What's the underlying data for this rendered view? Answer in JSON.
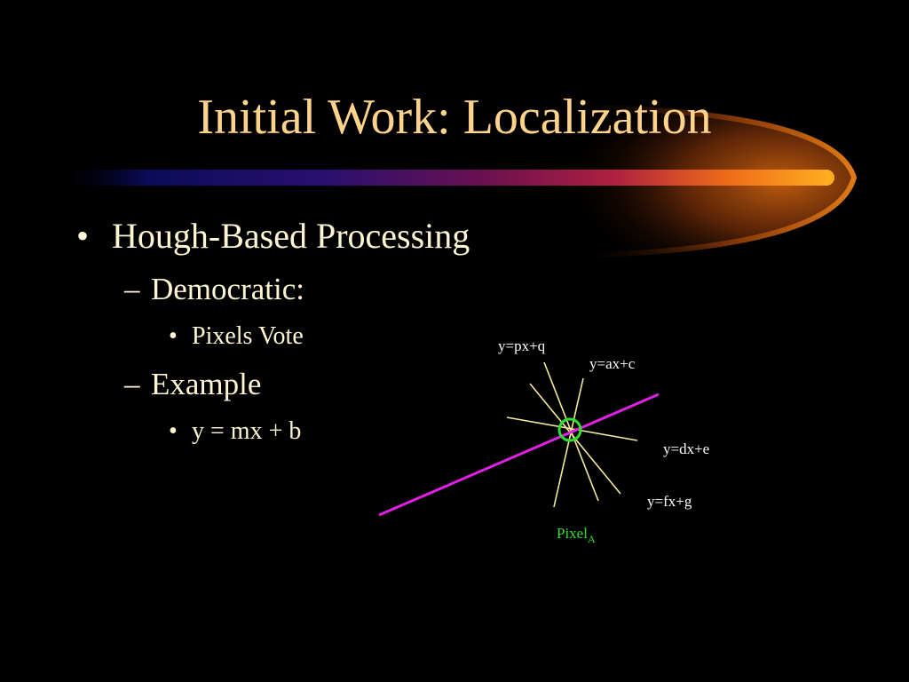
{
  "slide": {
    "title": "Initial Work: Localization",
    "bullets": [
      {
        "level": 1,
        "marker": "•",
        "text": "Hough-Based Processing"
      },
      {
        "level": 2,
        "marker": "–",
        "text": "Democratic:"
      },
      {
        "level": 3,
        "marker": "•",
        "text": "Pixels Vote"
      },
      {
        "level": 2,
        "marker": "–",
        "text": "Example"
      },
      {
        "level": 3,
        "marker": "•",
        "text": "y = mx + b"
      }
    ]
  },
  "diagram": {
    "labels": {
      "line_pq": "y=px+q",
      "line_ac": "y=ax+c",
      "line_de": "y=dx+e",
      "line_fg": "y=fx+g",
      "pixel_base": "Pixel",
      "pixel_sub": "A"
    }
  },
  "colors": {
    "background": "#000000",
    "title": "#ffd38a",
    "text": "#fff6d4",
    "candidate_lines": "#f5eb9c",
    "main_line": "#e11fe6",
    "pixel": "#2fe02f"
  }
}
